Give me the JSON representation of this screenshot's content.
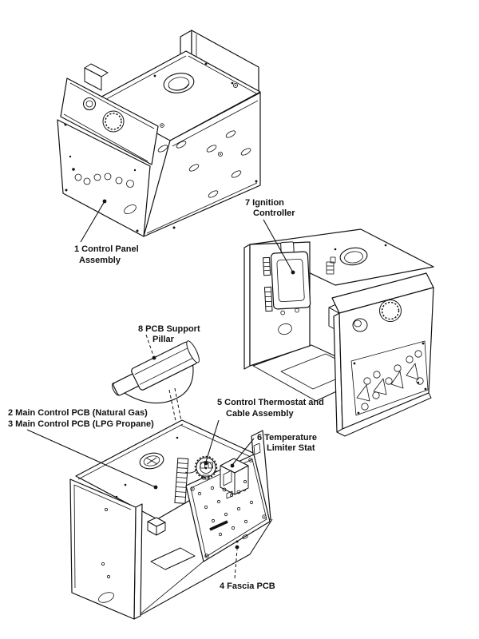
{
  "colors": {
    "background": "#ffffff",
    "ink": "#111111"
  },
  "parts": [
    {
      "line1": "1 Control Panel",
      "line2": "Assembly"
    },
    {
      "line1": "2 Main Control PCB (Natural Gas)"
    },
    {
      "line1": "3 Main Control PCB (LPG Propane)"
    },
    {
      "line1": "4 Fascia PCB"
    },
    {
      "line1": "5 Control Thermostat and",
      "line2": "Cable Assembly"
    },
    {
      "line1": "6 Temperature",
      "line2": "Limiter Stat"
    },
    {
      "line1": "7 Ignition",
      "line2": "Controller"
    },
    {
      "line1": "8 PCB Support",
      "line2": "Pillar"
    }
  ]
}
